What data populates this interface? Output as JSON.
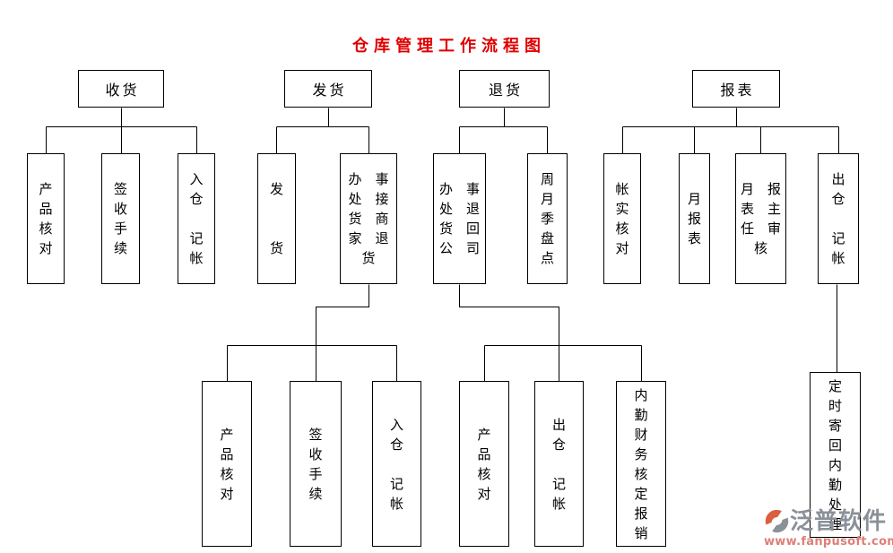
{
  "title": "仓库管理工作流程图",
  "colors": {
    "title_red": "#e00000",
    "line_black": "#000000",
    "box_border": "#000000",
    "background": "#ffffff",
    "watermark_gray": "#8b9198",
    "watermark_orange": "#d95f3f",
    "watermark_url_red": "#dc8078"
  },
  "branches": {
    "receiving": {
      "label": "收货",
      "children": {
        "product_check": "产\n品\n核\n对",
        "sign_procedure": "签\n收\n手\n续",
        "inbound_bookkeeping": "入\n仓\n\n记\n帐"
      }
    },
    "shipping": {
      "label": "发货",
      "children": {
        "dispatch": "发\n\n\n货",
        "office_receives_merchant_returns": "办　事\n处　接\n货　商\n家　退\n货"
      },
      "grandchildren": {
        "product_check": "产\n品\n核\n对",
        "sign_procedure": "签\n收\n手\n续",
        "inbound_bookkeeping": "入\n仓\n\n记\n帐"
      }
    },
    "returns": {
      "label": "退货",
      "children": {
        "office_returns_goods_to_company": "办　事\n处　退\n货　回\n公　司",
        "periodic_stocktake": "周\n月\n季\n盘\n点"
      },
      "grandchildren": {
        "product_check": "产\n品\n核\n对",
        "outbound_bookkeeping": "出\n仓\n\n记\n帐",
        "backoffice_finance_expense_approval": "内\n勤\n财\n务\n核\n定\n报\n销"
      }
    },
    "reports": {
      "label": "报表",
      "children": {
        "account_reconciliation": "帐\n实\n核\n对",
        "monthly_report": "月\n报\n表",
        "monthly_report_director_review": "月　报\n表　主\n任　审\n核",
        "outbound_bookkeeping": "出\n仓\n\n记\n帐"
      },
      "grandchildren": {
        "scheduled_mail_back_processing": "定\n时\n寄\n回\n内\n勤\n处\n理"
      }
    }
  },
  "watermark": {
    "brand": "泛普软件",
    "url": "www.fanpusoft.com"
  }
}
